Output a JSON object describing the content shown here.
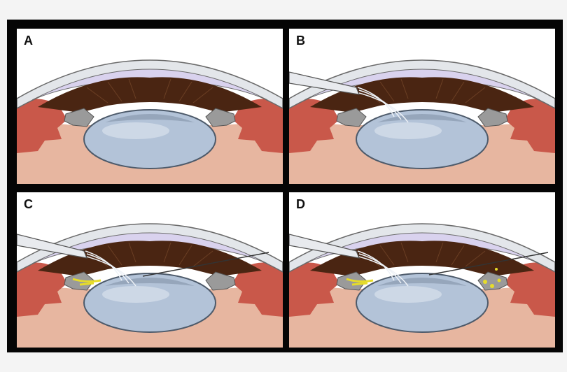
{
  "panels": [
    {
      "label": "A"
    },
    {
      "label": "B"
    },
    {
      "label": "C"
    },
    {
      "label": "D"
    }
  ],
  "colors": {
    "background": "#f4f4f4",
    "frame": "#050505",
    "cornea_outer": "#e3e6ea",
    "anterior_chamber": "#d9d2ee",
    "iris": "#4a2512",
    "sclera": "#c9584a",
    "ciliary_body": "#e7b6a0",
    "lens": "#b3c3d8",
    "capsule_remnant": "#9a9a9a",
    "instrument": "#e8eaee",
    "lens_fragments": "#e6dc2a"
  }
}
